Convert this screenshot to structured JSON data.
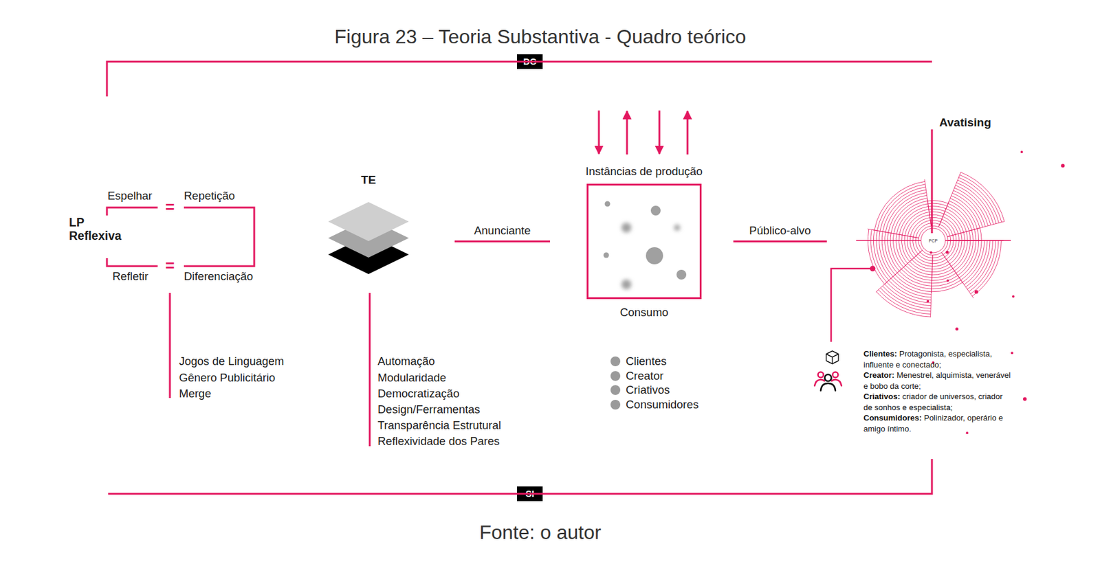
{
  "diagram": {
    "title": "Figura 23 – Teoria Substantiva - Quadro teórico",
    "caption": "Fonte: o autor",
    "nodes": [
      {
        "text": [
          "DC"
        ]
      },
      {
        "text": [
          "TE"
        ]
      },
      {
        "text": [
          "Instâncias de produção",
          "Consumo"
        ]
      },
      {
        "text": [
          "Avatising",
          "PCP"
        ]
      },
      {
        "text": [
          "SI"
        ]
      }
    ],
    "edges": [
      {
        "from": 1,
        "to": 2,
        "label": "Anunciante",
        "arrow": "none"
      },
      {
        "from": 2,
        "to": 3,
        "label": "Público-alvo",
        "arrow": "none"
      }
    ],
    "labels": [
      "Espelhar",
      "=",
      "Repetição",
      "LP Reflexiva",
      "=",
      "Refletir",
      "Diferenciação",
      "Jogos de Linguagem",
      "Gênero Publicitário",
      "Merge",
      "Automação",
      "Modularidade",
      "Democratização",
      "Design/Ferramentas",
      "Transparência Estrutural",
      "Reflexividade dos Pares",
      "Clientes:",
      "Protagonista, especialista, influente e conectado;",
      "Creator:",
      "Menestrel, alquimista, venerável e bobo da corte;",
      "Criativos:",
      "criador de universos, criador de sonhos e especialista;",
      "Consumidores:",
      "Polinizador, operário e amigo íntimo."
    ],
    "legend": [
      {
        "text": "Clientes",
        "color": "#9a9a9a"
      },
      {
        "text": "Creator",
        "color": "#9a9a9a"
      },
      {
        "text": "Criativos",
        "color": "#9a9a9a"
      },
      {
        "text": "Consumidores",
        "color": "#9a9a9a"
      }
    ]
  }
}
